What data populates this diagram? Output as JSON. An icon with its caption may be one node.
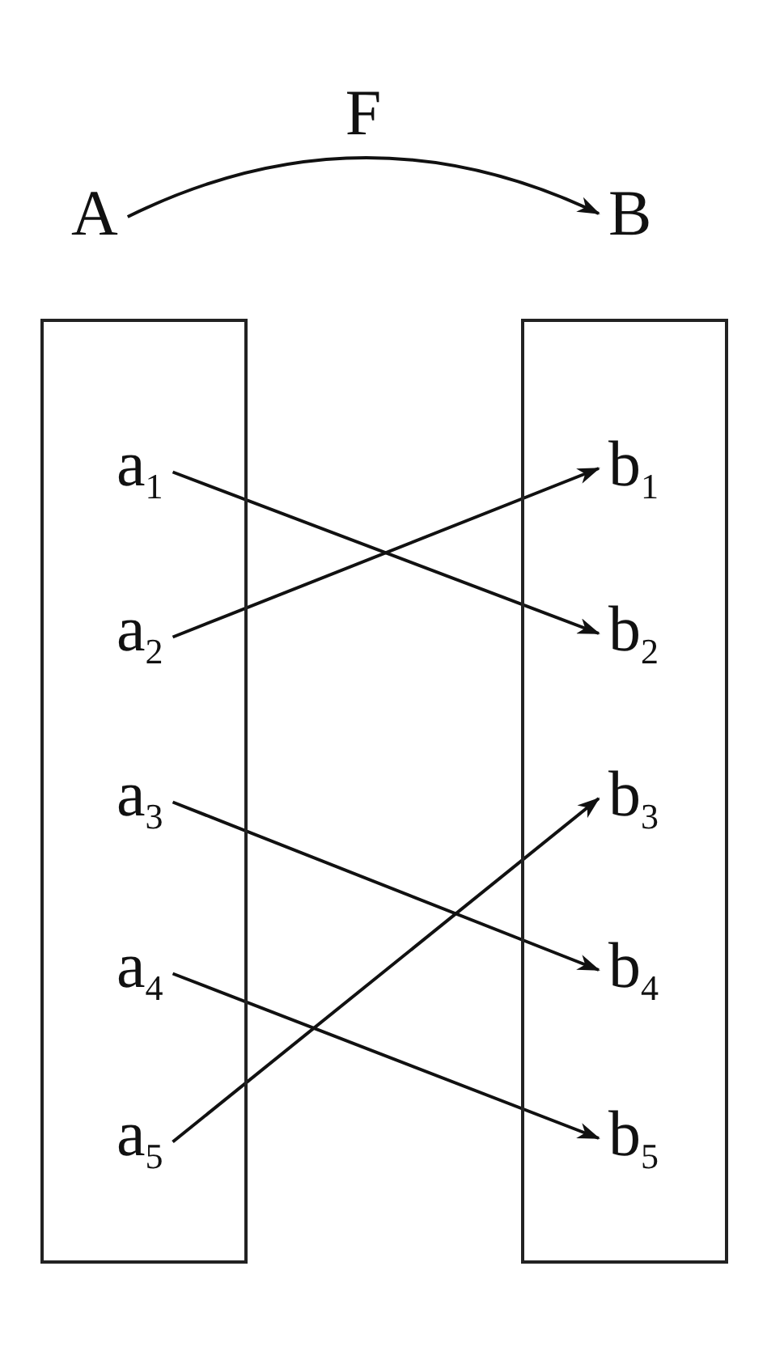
{
  "diagram": {
    "nodes": [
      {
        "text": [
          "A"
        ]
      },
      {
        "text": [
          "B"
        ]
      },
      {
        "text": [],
        "shape": "box"
      },
      {
        "text": [
          "a$_{1}$"
        ],
        "in": 2
      },
      {
        "text": [
          "a$_{2}$"
        ],
        "in": 2
      },
      {
        "text": [
          "a$_{3}$"
        ],
        "in": 2
      },
      {
        "text": [
          "a$_{4}$"
        ],
        "in": 2
      },
      {
        "text": [
          "a$_{5}$"
        ],
        "in": 2
      },
      {
        "text": [],
        "shape": "box"
      },
      {
        "text": [
          "b$_{1}$"
        ],
        "in": 8
      },
      {
        "text": [
          "b$_{2}$"
        ],
        "in": 8
      },
      {
        "text": [
          "b$_{3}$"
        ],
        "in": 8
      },
      {
        "text": [
          "b$_{4}$"
        ],
        "in": 8
      },
      {
        "text": [
          "b$_{5}$"
        ],
        "in": 8
      }
    ],
    "edges": [
      {
        "from": 0,
        "to": 1,
        "arrow": "to",
        "label": "F"
      },
      {
        "from": 3,
        "to": 10,
        "arrow": "to"
      },
      {
        "from": 4,
        "to": 9,
        "arrow": "to"
      },
      {
        "from": 5,
        "to": 12,
        "arrow": "to"
      },
      {
        "from": 6,
        "to": 13,
        "arrow": "to"
      },
      {
        "from": 7,
        "to": 11,
        "arrow": "to"
      }
    ]
  }
}
